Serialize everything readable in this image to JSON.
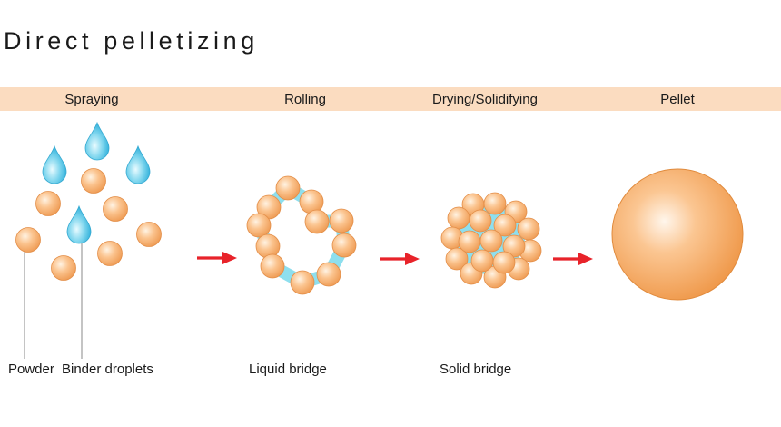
{
  "title": "Direct pelletizing",
  "stages": [
    {
      "label": "Spraying"
    },
    {
      "label": "Rolling"
    },
    {
      "label": "Drying/Solidifying"
    },
    {
      "label": "Pellet"
    }
  ],
  "annotations": {
    "powder": "Powder",
    "binder": "Binder droplets",
    "liquid_bridge": "Liquid bridge",
    "solid_bridge": "Solid bridge"
  },
  "colors": {
    "band": "#fbdcc0",
    "particle": "#f5ad6e",
    "droplet": "#4fc6e4",
    "bridge": "#8edfee",
    "arrow": "#e8232a"
  }
}
